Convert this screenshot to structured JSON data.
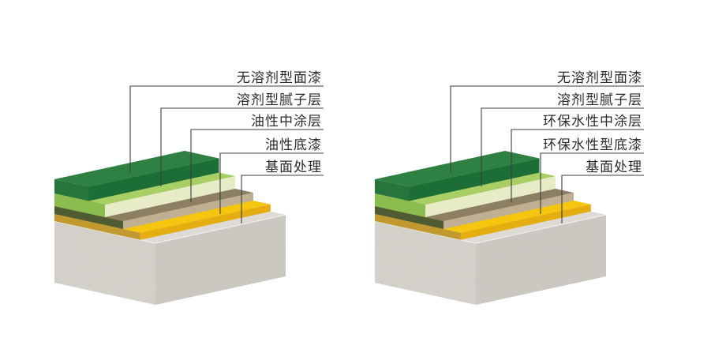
{
  "coating_layers": [
    {
      "key": "topcoat",
      "colors": {
        "top": "#2f8143",
        "front": "#1d6d36",
        "side": "#27753c"
      }
    },
    {
      "key": "putty",
      "colors": {
        "top": "#a7cf63",
        "front": "#e7ecc6",
        "side": "#8abd4e"
      }
    },
    {
      "key": "midcoat",
      "colors": {
        "top": "#8d7f63",
        "front": "#bfb094",
        "side": "#4f5c33"
      }
    },
    {
      "key": "primer",
      "colors": {
        "top": "#f5c60d",
        "front": "#e5ad10",
        "side": "#c2992e"
      }
    }
  ],
  "substrate": {
    "colors": {
      "top": "#e0ded7",
      "left": "#d5d2cb",
      "front": "#cbc8c1",
      "speckle": "#8f8c84",
      "edge_highlight": "#f1f0ec"
    }
  },
  "diagrams": [
    {
      "id": "solvent-based-system",
      "labels": [
        "无溶剂型面漆",
        "溶剂型腻子层",
        "油性中涂层",
        "油性底漆",
        "基面处理"
      ]
    },
    {
      "id": "waterborne-system",
      "labels": [
        "无溶剂型面漆",
        "溶剂型腻子层",
        "环保水性中涂层",
        "环保水性型底漆",
        "基面处理"
      ]
    }
  ],
  "style": {
    "background": "#ffffff",
    "line_color": "#3f3f3f",
    "text_color": "#2b2b2b"
  }
}
